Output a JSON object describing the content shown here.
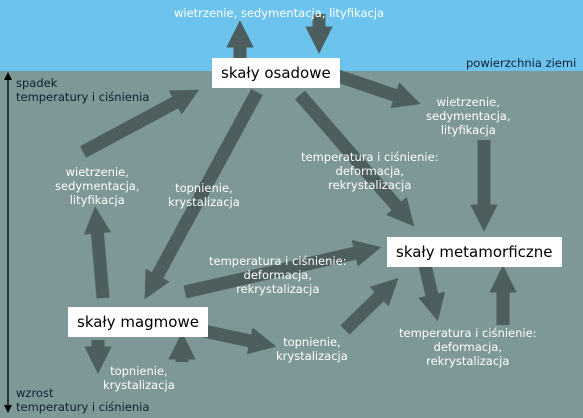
{
  "top": {
    "processes": "wietrzenie, sedymentacja, lityfikacja",
    "surface": "powierzchnia ziemi"
  },
  "axis": {
    "top_label": [
      "spadek",
      "temperatury i ciśnienia"
    ],
    "bottom_label": [
      "wzrost",
      "temperatury i ciśnienia"
    ]
  },
  "rocks": {
    "sedimentary": "skały osadowe",
    "metamorphic": "skały metamorficzne",
    "igneous": "skały magmowe"
  },
  "processes": {
    "weathering_right": [
      "wietrzenie,",
      "sedymentacja,",
      "lityfikacja"
    ],
    "pressure_center": [
      "temperatura i ciśnienie:",
      "deformacja,",
      "rekrystalizacja"
    ],
    "weathering_left": [
      "wietrzenie,",
      "sedymentacja,",
      "lityfikacja"
    ],
    "melting_center": [
      "topnienie,",
      "krystalizacja"
    ],
    "pressure_middle": [
      "temperatura i ciśnienie:",
      "deformacja,",
      "rekrystalizacja"
    ],
    "melting_bottom_left": [
      "topnienie,",
      "krystalizacja"
    ],
    "melting_bottom_center": [
      "topnienie,",
      "krystalizacja"
    ],
    "pressure_bottom_right": [
      "temperatura i ciśnienie:",
      "deformacja,",
      "rekrystalizacja"
    ]
  },
  "colors": {
    "sky": "#6cc4ee",
    "ground": "#7e9797",
    "arrow": "#4d5e5e",
    "box": "#ffffff"
  }
}
